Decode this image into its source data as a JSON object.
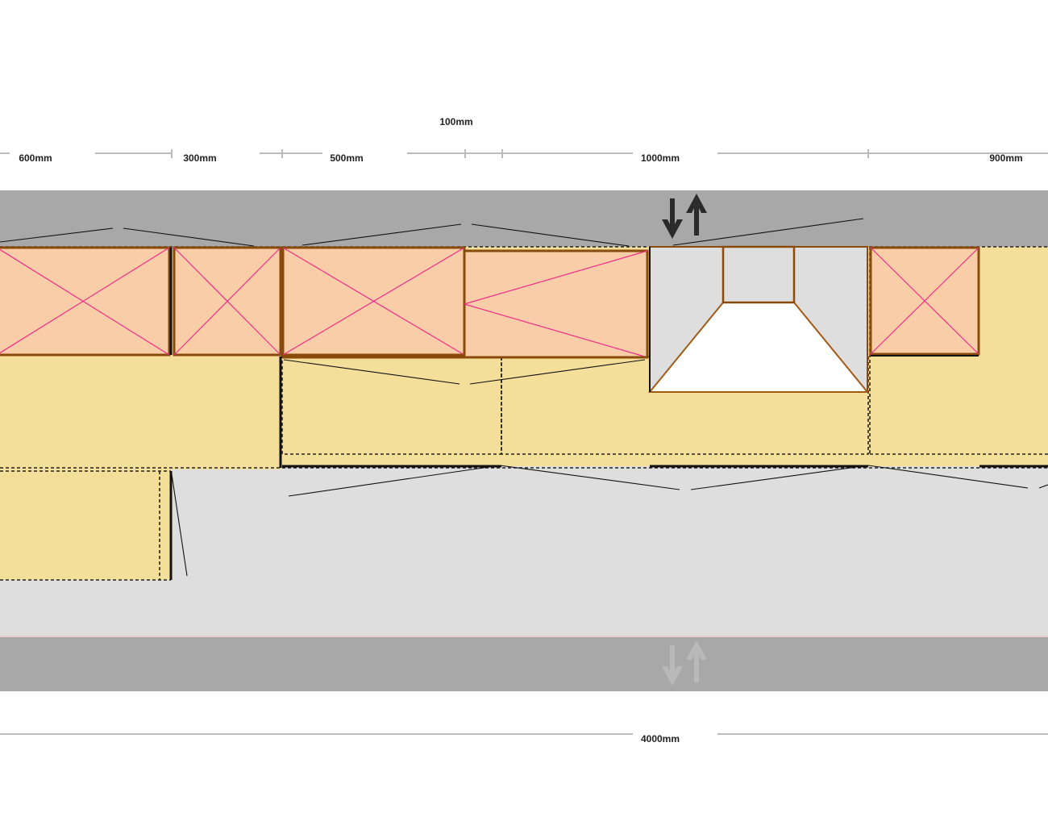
{
  "dimensions": {
    "top": [
      "600mm",
      "300mm",
      "500mm",
      "100mm",
      "1000mm",
      "900mm"
    ],
    "bottom": "4000mm"
  },
  "colors": {
    "wall": "#a8a8a8",
    "floor": "#dedede",
    "worktop": "#f3df99",
    "cabinet_fill": "#f8cda8",
    "cabinet_border": "#8a4b0a",
    "cabinet_cross": "#ef2d86",
    "dim_line": "#bbbbbb",
    "arrow_dark": "#2b2b2b",
    "arrow_faded": "#bdbdbd"
  },
  "icons": {
    "swap_top": "swap-vertical-icon",
    "swap_bottom": "swap-vertical-icon"
  }
}
